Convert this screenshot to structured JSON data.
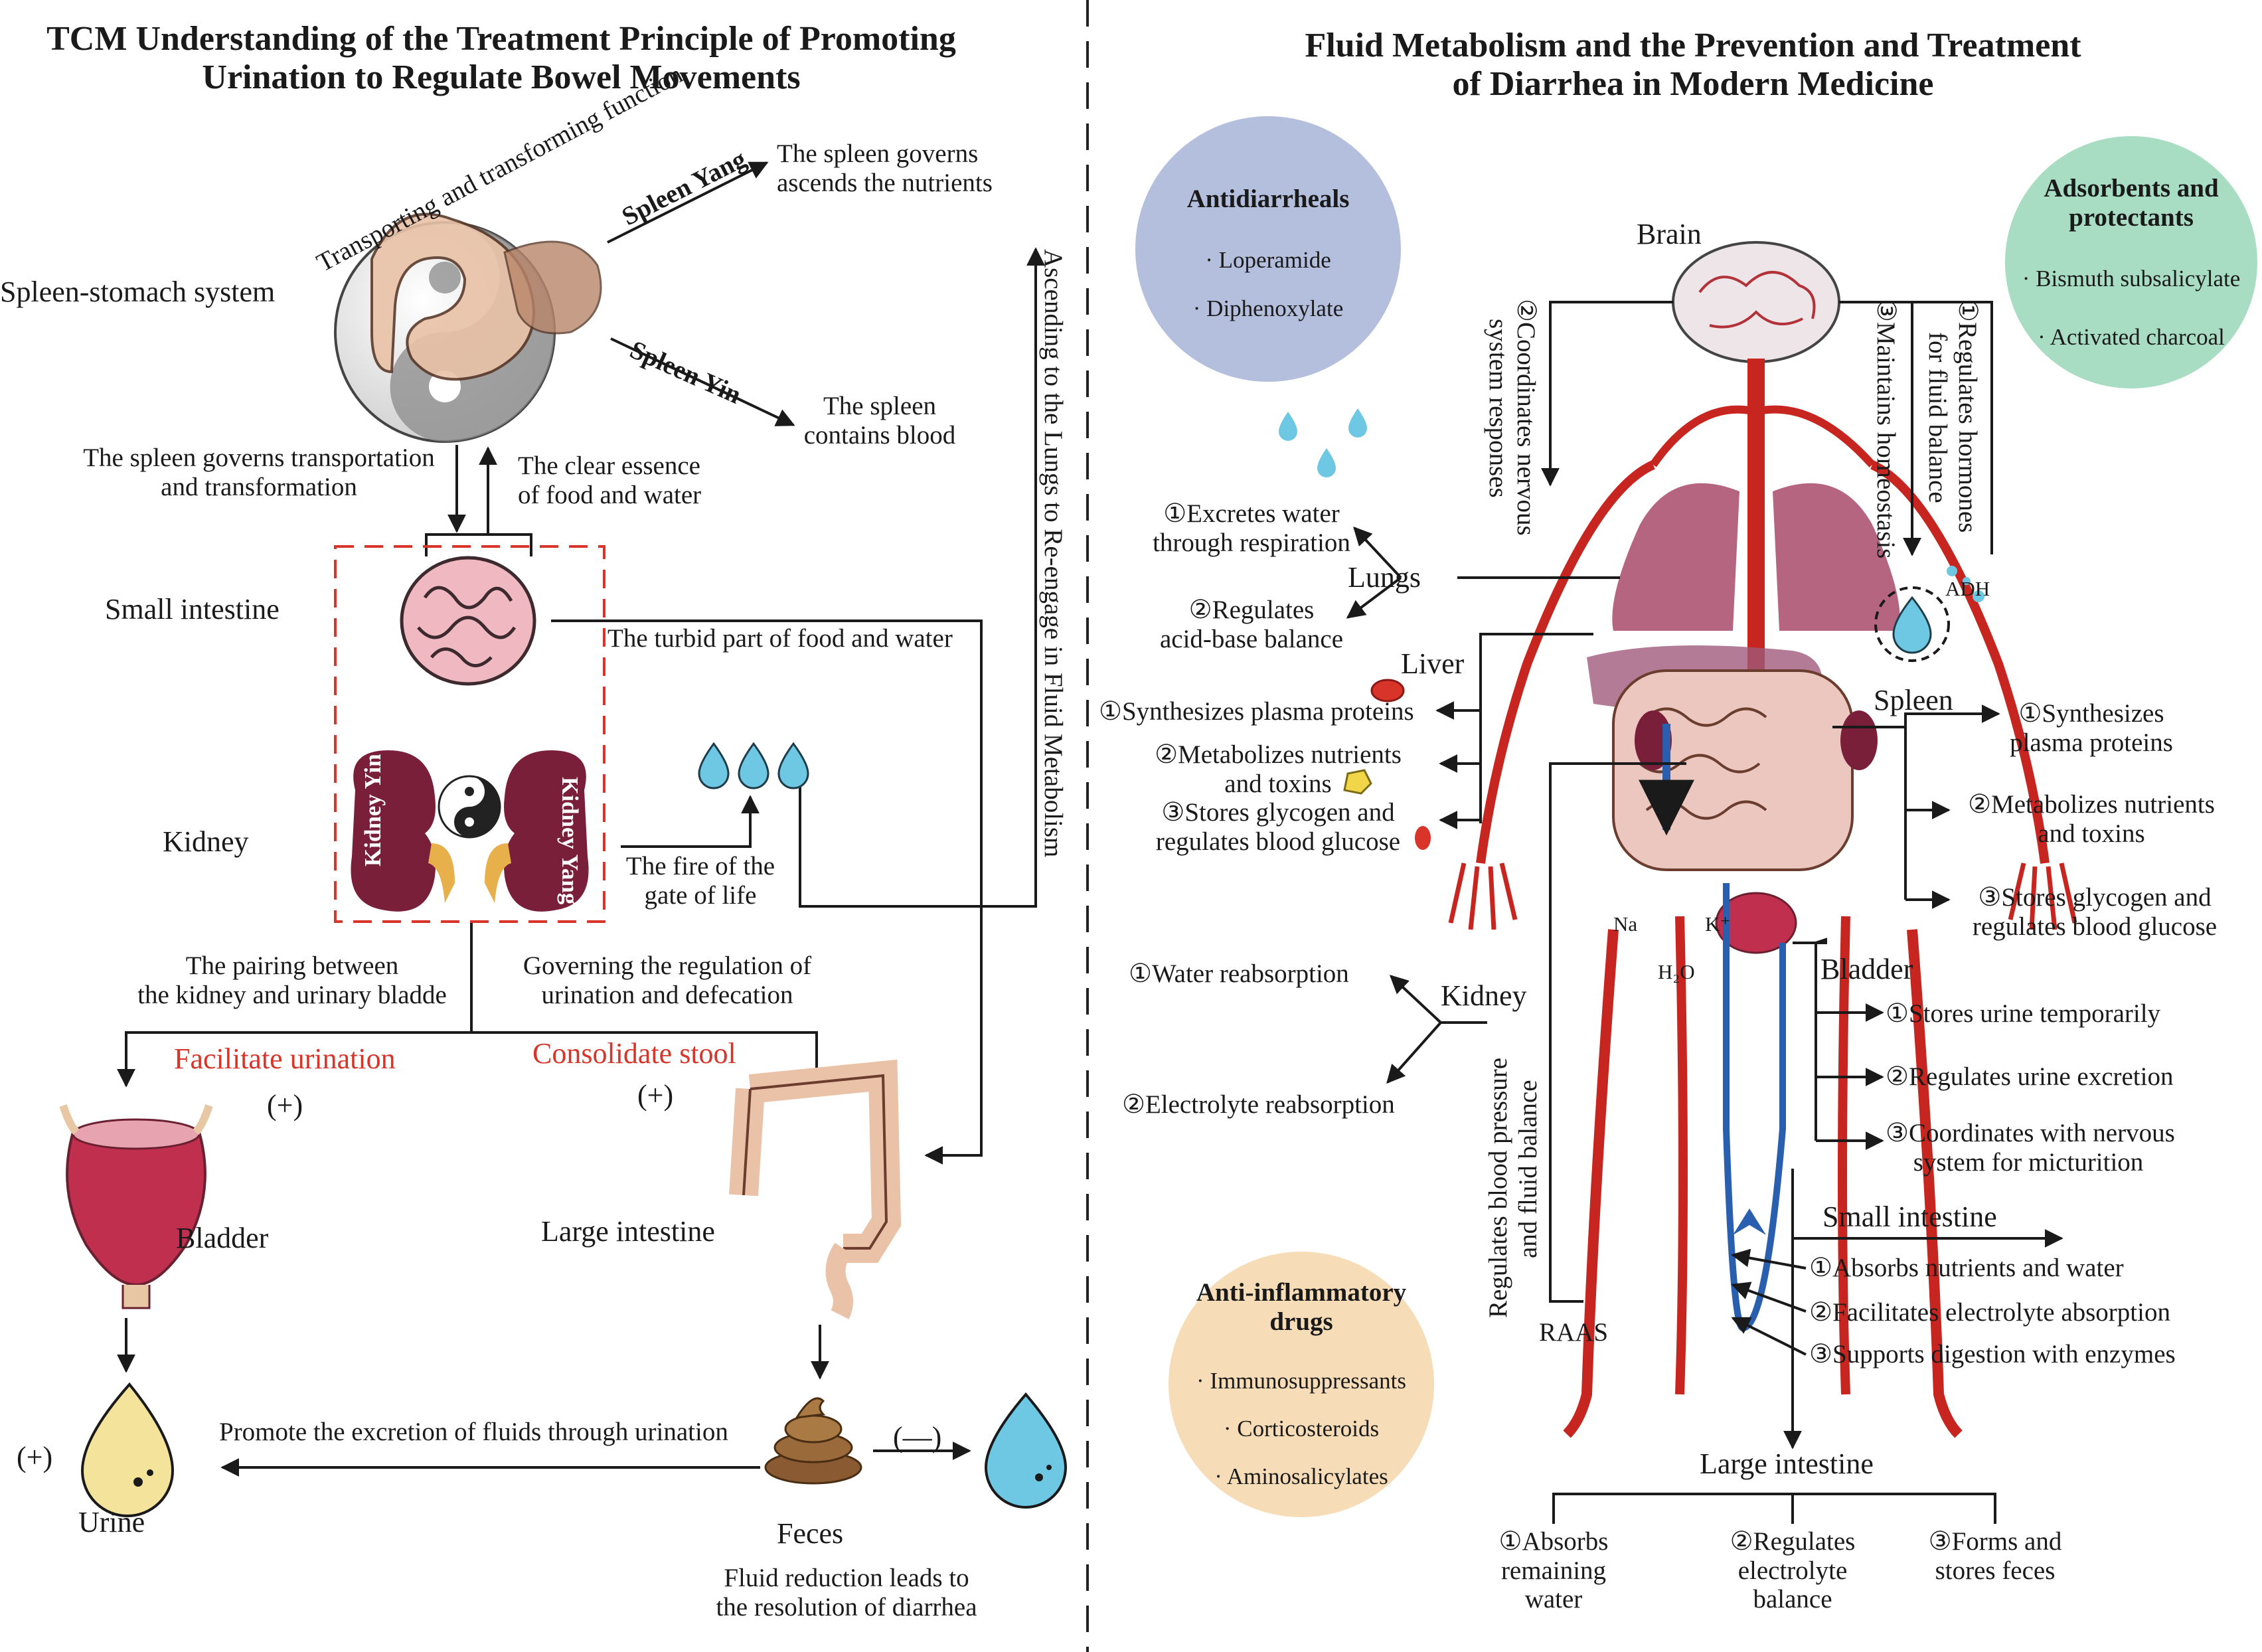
{
  "colors": {
    "accent_red": "#d8342a",
    "kidney": "#7a1f3a",
    "antidiarrheals_bg": "#b3bfdc",
    "adsorbents_bg": "#a8dcc3",
    "antiinflammatory_bg": "#f6dcb7",
    "water_drop": "#6ec8e3",
    "vessel_red": "#c7251f",
    "vessel_blue": "#2a5fb0"
  },
  "left": {
    "title": "TCM Understanding of the Treatment Principle of Promoting Urination to Regulate Bowel Movements",
    "title_line1": "TCM Understanding of the Treatment Principle of Promoting",
    "title_line2": "Urination to Regulate Bowel Movements",
    "spleen_stomach": "Spleen-stomach system",
    "arc_label": "Transporting and transforming function",
    "spleen_yang": "Spleen Yang",
    "spleen_yang_text_1": "The spleen governs",
    "spleen_yang_text_2": "ascends the nutrients",
    "spleen_yin": "Spleen Yin",
    "spleen_yin_text_1": "The spleen",
    "spleen_yin_text_2": "contains blood",
    "transport_1": "The spleen governs transportation",
    "transport_2": "and transformation",
    "essence_1": "The clear essence",
    "essence_2": "of food and water",
    "small_intestine": "Small intestine",
    "turbid": "The turbid part of food and water",
    "ascending": "Ascending to the Lungs to Re-engage in Fluid Metabolism",
    "kidney": "Kidney",
    "kidney_yin": "Kidney Yin",
    "kidney_yang": "Kidney Yang",
    "fire_1": "The fire of the",
    "fire_2": "gate of life",
    "pairing_1": "The pairing between",
    "pairing_2": "the kidney and urinary bladde",
    "governing_1": "Governing the regulation of",
    "governing_2": "urination and defecation",
    "facilitate": "Facilitate urination",
    "consolidate": "Consolidate stool",
    "plus": "(+)",
    "minus": "(—)",
    "bladder": "Bladder",
    "large_intestine": "Large intestine",
    "promote": "Promote the excretion of fluids through urination",
    "urine": "Urine",
    "feces": "Feces",
    "fluid_1": "Fluid reduction leads to",
    "fluid_2": "the resolution of diarrhea"
  },
  "right": {
    "title_line1": "Fluid Metabolism and the Prevention and Treatment",
    "title_line2": "of Diarrhea in Modern Medicine",
    "antidiarrheals": {
      "title": "Antidiarrheals",
      "items": [
        "· Loperamide",
        "· Diphenoxylate"
      ]
    },
    "adsorbents": {
      "title_1": "Adsorbents and",
      "title_2": "protectants",
      "items": [
        "· Bismuth subsalicylate",
        "· Activated charcoal"
      ]
    },
    "antiinflammatory": {
      "title_1": "Anti-inflammatory",
      "title_2": "drugs",
      "items": [
        "· Immunosuppressants",
        "· Corticosteroids",
        "· Aminosalicylates"
      ]
    },
    "brain": "Brain",
    "brain_v1": "②Coordinates nervous",
    "brain_v2": "system responses",
    "brain_v3": "③Maintains homeostasis",
    "brain_v4": "①Regulates hormones",
    "brain_v5": "for fluid balance",
    "adh": "ADH",
    "lungs": "Lungs",
    "lungs_1a": "①Excretes water",
    "lungs_1b": "through respiration",
    "lungs_2a": "②Regulates",
    "lungs_2b": "acid-base balance",
    "liver": "Liver",
    "liver_1": "①Synthesizes plasma proteins",
    "liver_2a": "②Metabolizes nutrients",
    "liver_2b": "and toxins",
    "liver_3a": "③Stores glycogen and",
    "liver_3b": "regulates blood glucose",
    "spleen": "Spleen",
    "spleen_1a": "①Synthesizes",
    "spleen_1b": "plasma proteins",
    "spleen_2a": "②Metabolizes nutrients",
    "spleen_2b": "and toxins",
    "spleen_3a": "③Stores glycogen and",
    "spleen_3b": "regulates blood glucose",
    "na": "Na",
    "k": "K⁺",
    "h2o": "H₂O",
    "kidney": "Kidney",
    "kidney_1": "①Water reabsorption",
    "kidney_2": "②Electrolyte reabsorption",
    "raas_v1": "Regulates blood pressure",
    "raas_v2": "and fluid balance",
    "raas": "RAAS",
    "bladder": "Bladder",
    "bladder_1": "①Stores urine temporarily",
    "bladder_2": "②Regulates urine excretion",
    "bladder_3a": "③Coordinates with nervous",
    "bladder_3b": "system for micturition",
    "small_intestine": "Small intestine",
    "si_1": "①Absorbs nutrients and water",
    "si_2": "②Facilitates electrolyte absorption",
    "si_3": "③Supports digestion with enzymes",
    "large_intestine": "Large intestine",
    "li_1a": "①Absorbs",
    "li_1b": "remaining",
    "li_1c": "water",
    "li_2a": "②Regulates",
    "li_2b": "electrolyte",
    "li_2c": "balance",
    "li_3a": "③Forms and",
    "li_3b": "stores feces"
  }
}
